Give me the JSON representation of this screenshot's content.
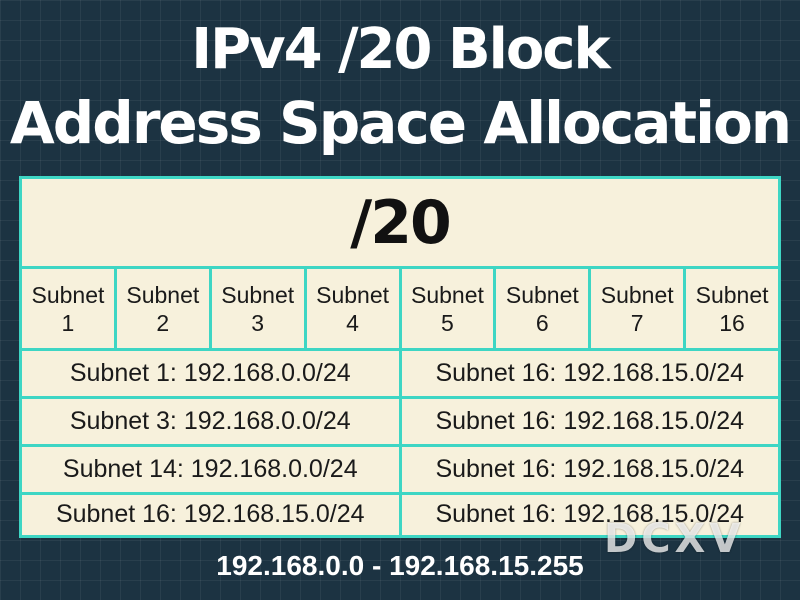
{
  "title": {
    "line1": "IPv4 /20 Block",
    "line2": "Address Space Allocation"
  },
  "block": {
    "label": "/20"
  },
  "subnets": [
    {
      "word": "Subnet",
      "num": "1"
    },
    {
      "word": "Subnet",
      "num": "2"
    },
    {
      "word": "Subnet",
      "num": "3"
    },
    {
      "word": "Subnet",
      "num": "4"
    },
    {
      "word": "Subnet",
      "num": "5"
    },
    {
      "word": "Subnet",
      "num": "6"
    },
    {
      "word": "Subnet",
      "num": "7"
    },
    {
      "word": "Subnet",
      "num": "16"
    }
  ],
  "allocations": [
    {
      "left": "Subnet 1: 192.168.0.0/24",
      "right": "Subnet 16: 192.168.15.0/24"
    },
    {
      "left": "Subnet 3: 192.168.0.0/24",
      "right": "Subnet 16: 192.168.15.0/24"
    },
    {
      "left": "Subnet 14: 192.168.0.0/24",
      "right": "Subnet 16: 192.168.15.0/24"
    },
    {
      "left": "Subnet 16: 192.168.15.0/24",
      "right": "Subnet 16: 192.168.15.0/24"
    }
  ],
  "range": "192.168.0.0 - 192.168.15.255",
  "watermark": "DCXV",
  "colors": {
    "background": "#1c3342",
    "panel": "#f7f1dc",
    "border": "#3ed6c4",
    "title": "#ffffff"
  }
}
